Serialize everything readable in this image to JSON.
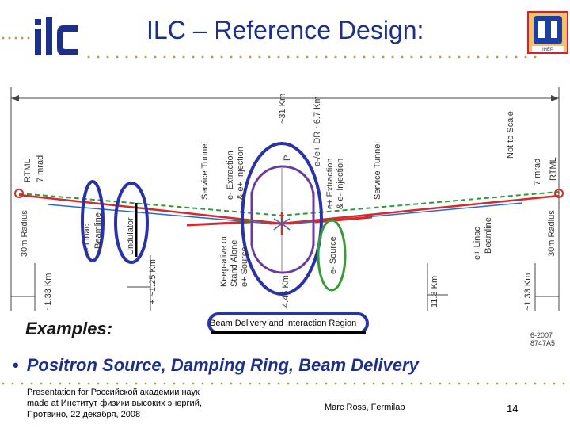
{
  "slide": {
    "title": "ILC – Reference Design:",
    "logo_text": "ilc",
    "ihep_logo_text": "IHEP",
    "examples_label": "Examples:",
    "bullet": "Positron Source, Damping Ring, Beam Delivery",
    "footer_lines": [
      "Presentation for Российской академии наук",
      "made at Институт физики высоких энергий,",
      "Протвино, 22 декабря, 2008"
    ],
    "footer_author": "Marc Ross, Fermilab",
    "page_number": "14",
    "figure_code": [
      "6-2007",
      "8747A5"
    ]
  },
  "diagram": {
    "labels": {
      "rtml_left": "RTML",
      "mrad_left": "7 mrad",
      "radius_left": "30m Radius",
      "elinac": "e- Linac",
      "beamline_left": "Beamline",
      "undulator": "Undulator",
      "service_tunnel_left": "Service Tunnel",
      "eextr": "e- Extraction",
      "epinj": "& e+ Injection",
      "keep_alive": "Keep-alive or",
      "stand_alone": "Stand Alone",
      "epsource": "e+ Source",
      "total_length": "~31 Km",
      "dr_size": "e-/e+ DR ~6.7 Km",
      "ip_symbol": "IP",
      "center_length": "4.45 Km",
      "esource": "e- Source",
      "epextr": "e+ Extraction",
      "eminj": "& e- Injection",
      "service_tunnel_right": "Service Tunnel",
      "pplinac": "e+ Linac",
      "beamline_right": "Beamline",
      "not_to_scale": "Not to Scale",
      "mrad_right": "7 mrad",
      "rtml_right": "RTML",
      "radius_right": "30m Radius",
      "km133_left": "~1.33 Km",
      "km125": "+ ~1.25 Km",
      "km113": "11.3 Km",
      "km133_right": "~1.33 Km",
      "bdir": "Beam Delivery and Interaction Region"
    },
    "colors": {
      "beamline": "#d32a2a",
      "tunnel": "#2a9a3a",
      "ring": "#6a3aa0",
      "highlight": "#2a32a8",
      "axis": "#444444",
      "highlight_green": "#3a9a3a"
    }
  }
}
